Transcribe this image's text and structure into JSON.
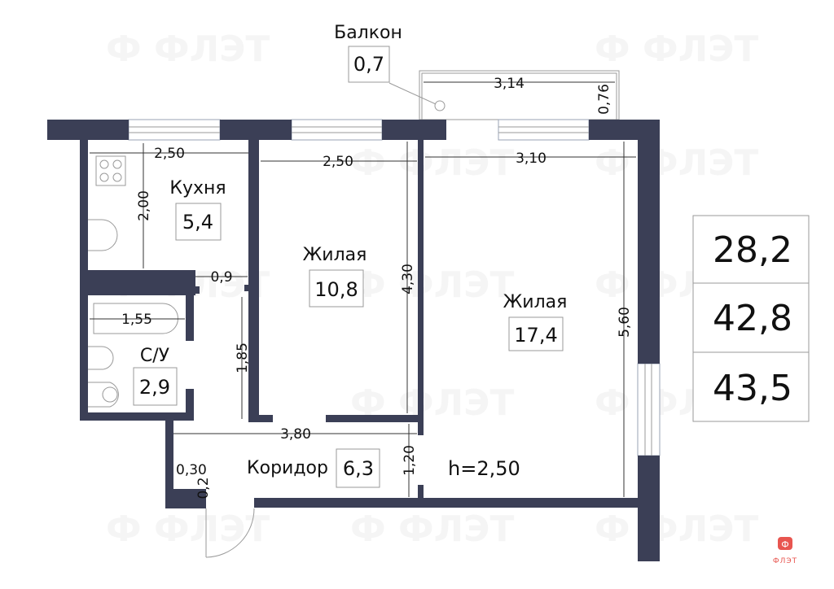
{
  "rooms": {
    "balcony": {
      "name": "Балкон",
      "area": "0,7"
    },
    "kitchen": {
      "name": "Кухня",
      "area": "5,4"
    },
    "living1": {
      "name": "Жилая",
      "area": "10,8"
    },
    "living2": {
      "name": "Жилая",
      "area": "17,4"
    },
    "bathroom": {
      "name": "С/У",
      "area": "2,9"
    },
    "corridor": {
      "name": "Коридор",
      "area": "6,3"
    }
  },
  "dimensions": {
    "balcony_width": "3,14",
    "balcony_depth": "0,76",
    "kitchen_width": "2,50",
    "kitchen_depth": "2,00",
    "living1_width": "2,50",
    "living1_depth": "4,30",
    "living2_width": "3,10",
    "living2_depth": "5,60",
    "passage": "0,9",
    "bath_width": "1,55",
    "bath_depth": "1,85",
    "corridor_width": "3,80",
    "corridor_depth": "1,20",
    "niche_a": "0,30",
    "niche_b": "0,2"
  },
  "ceiling_height": "h=2,50",
  "summary": {
    "living_area": "28,2",
    "total_area": "42,8",
    "total_with_balcony": "43,5"
  },
  "logo": {
    "text": "ФЛЭТ",
    "color": "#e8554f"
  },
  "colors": {
    "wall": "#3b3f56"
  }
}
